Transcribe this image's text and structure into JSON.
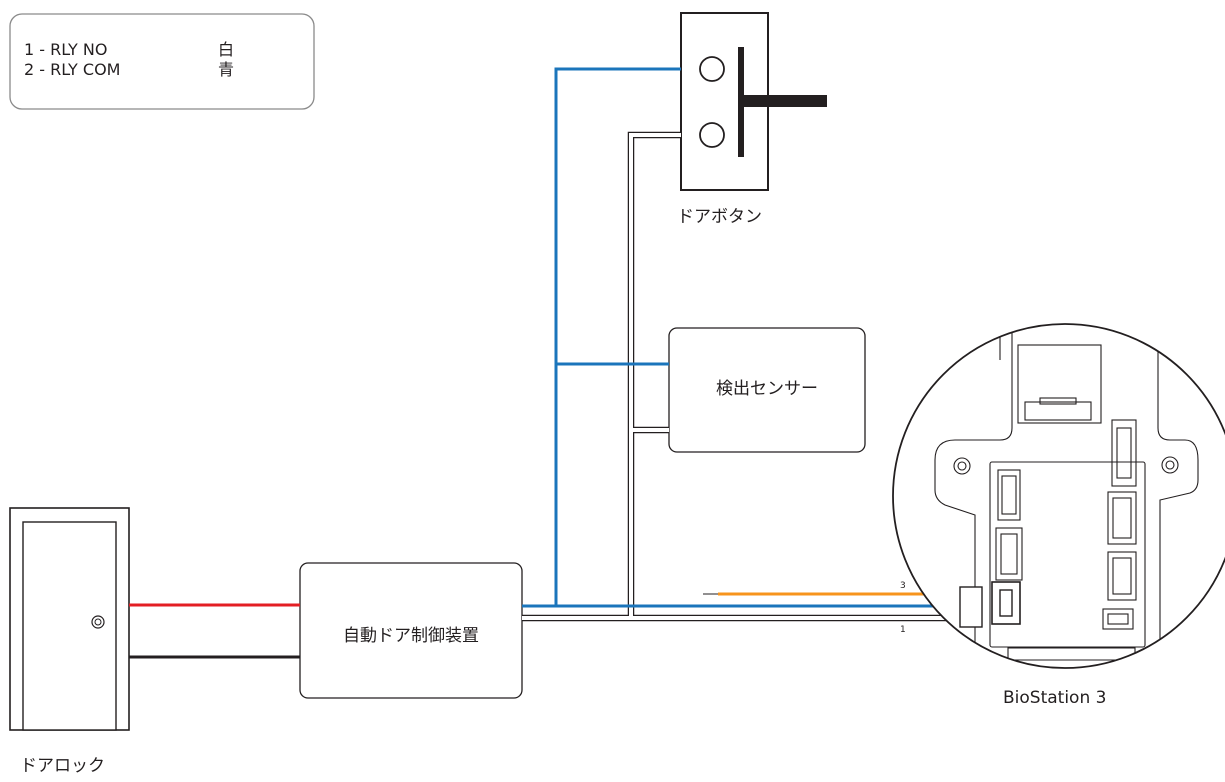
{
  "legend": {
    "rows": [
      {
        "wire": "1 - RLY NO",
        "color": "白"
      },
      {
        "wire": "2 - RLY COM",
        "color": "青"
      }
    ]
  },
  "devices": {
    "door_button": "ドアボタン",
    "sensor": "検出センサー",
    "controller": "自動ドア制御装置",
    "door_lock": "ドアロック",
    "biostation": "BioStation 3"
  },
  "pins": {
    "pin3": "3",
    "pin1": "1"
  },
  "colors": {
    "blue_wire": "#1b75bb",
    "red_wire": "#e31e24",
    "black_wire": "#231f20",
    "orange_wire": "#f7941d",
    "white_wire": "#ffffff",
    "outline": "#231f20"
  }
}
